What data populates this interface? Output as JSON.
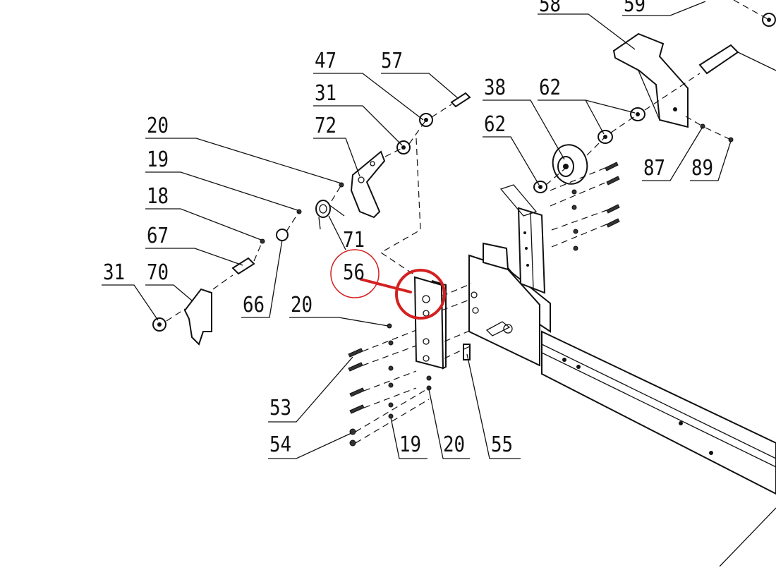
{
  "labels": {
    "l58": "58",
    "l59": "59",
    "l47": "47",
    "l57": "57",
    "l38": "38",
    "l62a": "62",
    "l31a": "31",
    "l72": "72",
    "l62b": "62",
    "l20a": "20",
    "l19a": "19",
    "l18": "18",
    "l67": "67",
    "l71": "71",
    "l56": "56",
    "l31b": "31",
    "l70": "70",
    "l66": "66",
    "l20b": "20",
    "l87": "87",
    "l89": "89",
    "l53": "53",
    "l54": "54",
    "l19b": "19",
    "l20c": "20",
    "l55": "55"
  },
  "colors": {
    "ink": "#111111",
    "highlight": "#d42020",
    "background": "#ffffff"
  },
  "highlight": {
    "target_label": "56"
  }
}
